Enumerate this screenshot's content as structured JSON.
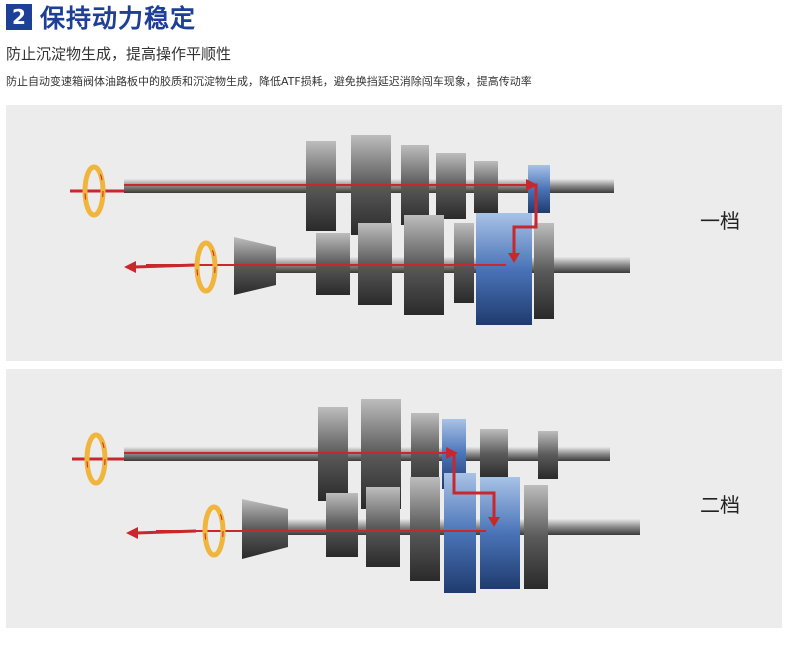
{
  "header": {
    "number": "2",
    "title": "保持动力稳定"
  },
  "subtitle": "防止沉淀物生成，提高操作平顺性",
  "description": "防止自动变速箱阀体油路板中的胶质和沉淀物生成，降低ATF损耗，避免换挡延迟消除闯车现象，提高传动率",
  "panels": [
    {
      "label": "一档"
    },
    {
      "label": "二档"
    }
  ],
  "colors": {
    "brand": "#1d3f95",
    "arrow": "#c8282d",
    "rotation_ring": "#f0b53c",
    "engaged_gear": "#4a74b8",
    "panel_bg": "#ececec"
  }
}
